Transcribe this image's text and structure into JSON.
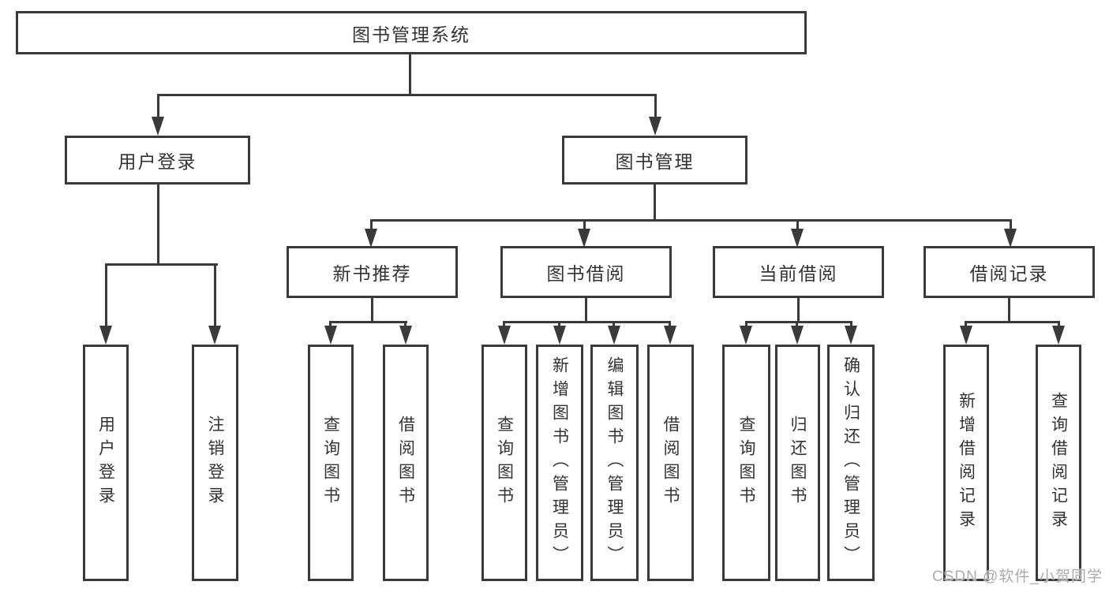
{
  "tree": {
    "root": {
      "label": "图书管理系统"
    },
    "level2": [
      {
        "label": "用户登录",
        "leaves": [
          {
            "label": "用户登录"
          },
          {
            "label": "注销登录"
          }
        ]
      },
      {
        "label": "图书管理",
        "level3": [
          {
            "label": "新书推荐",
            "leaves": [
              {
                "label": "查询图书"
              },
              {
                "label": "借阅图书"
              }
            ]
          },
          {
            "label": "图书借阅",
            "leaves": [
              {
                "label": "查询图书"
              },
              {
                "label": "新增图书（管理员）"
              },
              {
                "label": "编辑图书（管理员）"
              },
              {
                "label": "借阅图书"
              }
            ]
          },
          {
            "label": "当前借阅",
            "leaves": [
              {
                "label": "查询图书"
              },
              {
                "label": "归还图书"
              },
              {
                "label": "确认归还（管理员）"
              }
            ]
          },
          {
            "label": "借阅记录",
            "leaves": [
              {
                "label": "新增借阅记录"
              },
              {
                "label": "查询借阅记录"
              }
            ]
          }
        ]
      }
    ]
  },
  "watermark": {
    "text": "CSDN @软件_小贺同学"
  },
  "colors": {
    "line": "#3a3a3a",
    "text": "#333333",
    "background": "#ffffff",
    "watermark": "#ababab"
  }
}
